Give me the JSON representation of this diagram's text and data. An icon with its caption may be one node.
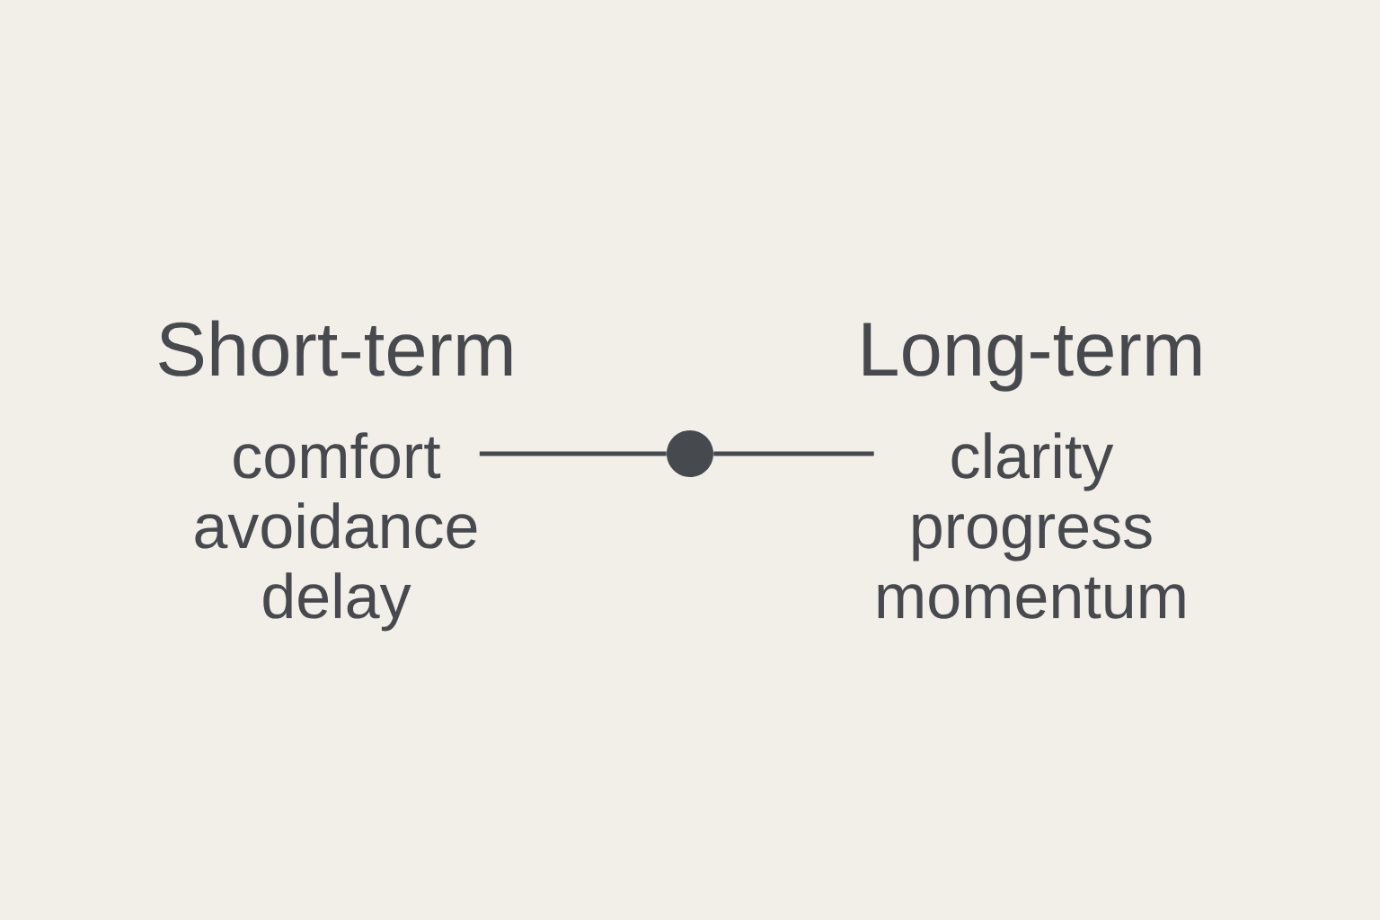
{
  "diagram": {
    "nodes": [
      {
        "text": [
          "Short-term",
          "comfort",
          "avoidance",
          "delay"
        ]
      },
      {
        "text": [],
        "shape": "circle"
      },
      {
        "text": [
          "Long-term",
          "clarity",
          "progress",
          "momentum"
        ]
      }
    ],
    "edges": [
      {
        "from": 0,
        "to": 1,
        "arrow": "none"
      },
      {
        "from": 1,
        "to": 2,
        "arrow": "none"
      }
    ]
  }
}
